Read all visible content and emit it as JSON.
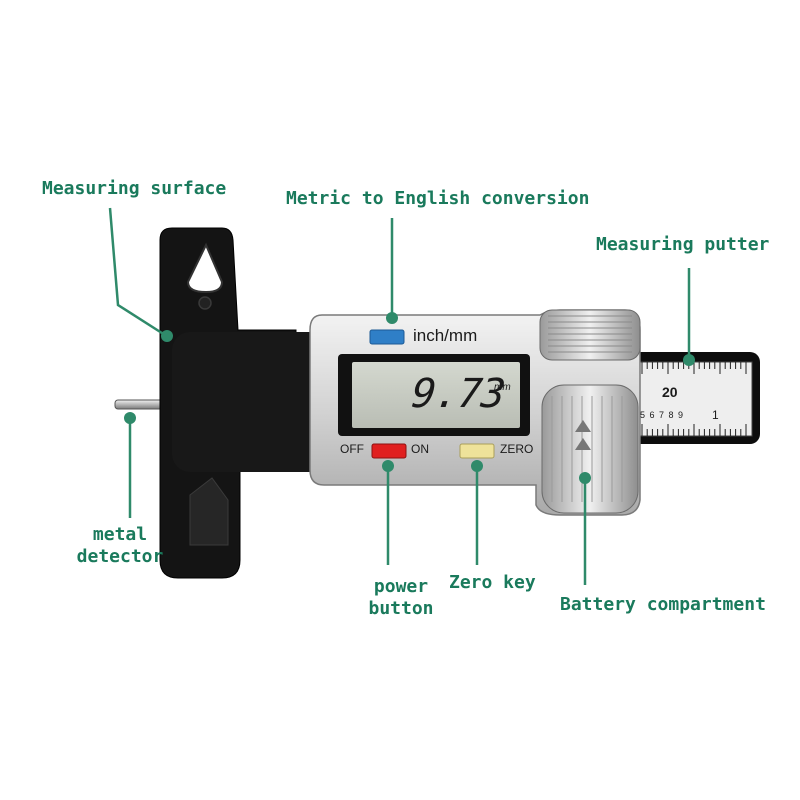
{
  "colors": {
    "label_text": "#1a7a5c",
    "leader_line": "#2f8a6a",
    "body_black": "#141414",
    "body_silver": "#d8d8d8",
    "lcd_bg": "#c9cdc4",
    "button_inch_mm": "#2f7fc7",
    "button_power": "#e01f1f",
    "button_zero": "#eee29a"
  },
  "icons": {
    "inch_mm_button": "blue-rect-button",
    "power_button": "red-rect-button",
    "zero_button": "yellow-rect-button"
  },
  "labels": {
    "measuring_surface": "Measuring surface",
    "conversion": "Metric to English conversion",
    "measuring_putter": "Measuring putter",
    "metal_detector_line1": "metal",
    "metal_detector_line2": "detector",
    "power_button_line1": "power",
    "power_button_line2": "button",
    "zero_key": "Zero key",
    "battery_compartment": "Battery compartment"
  },
  "device": {
    "unit_label": "inch/mm",
    "off_label": "OFF",
    "on_label": "ON",
    "zero_label": "ZERO",
    "reading": "9.73",
    "reading_unit": "mm",
    "scale_number": "20",
    "scale_digits": "5 6 7 8 9",
    "scale_end": "1"
  }
}
